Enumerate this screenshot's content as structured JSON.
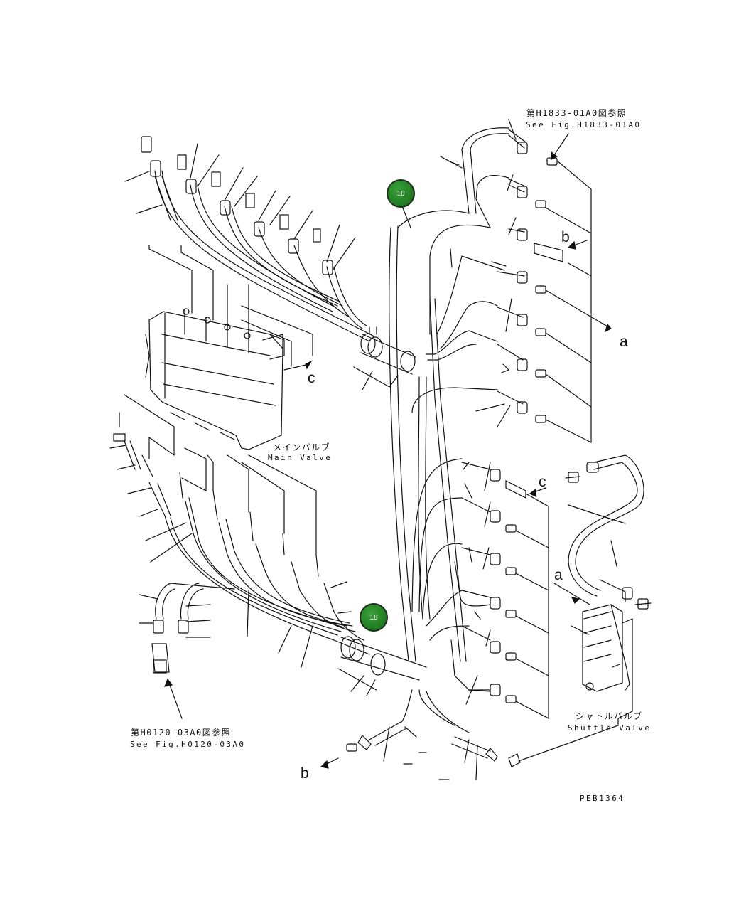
{
  "callouts": {
    "top_badge": "18",
    "bottom_badge": "18"
  },
  "references": {
    "top_right_jp": "第H1833-01A0図参照",
    "top_right_en": "See Fig.H1833-01A0",
    "bottom_left_jp": "第H0120-03A0図参照",
    "bottom_left_en": "See Fig.H0120-03A0"
  },
  "components": {
    "main_valve_jp": "メインバルブ",
    "main_valve_en": "Main Valve",
    "shuttle_valve_jp": "シャトルバルブ",
    "shuttle_valve_en": "Shuttle Valve"
  },
  "connection_letters": {
    "a_right": "a",
    "a_shuttle": "a",
    "b_top": "b",
    "b_bottom": "b",
    "c_valve": "c",
    "c_right": "c"
  },
  "drawing_code": "PEB1364",
  "colors": {
    "badge_fill": "#1f7a1f",
    "line": "#111111"
  }
}
